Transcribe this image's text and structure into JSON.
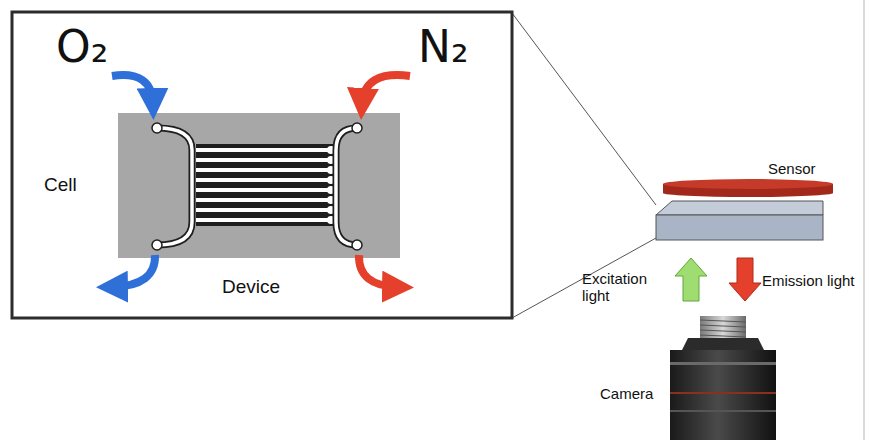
{
  "diagram": {
    "labels": [
      "O₂",
      "N₂",
      "Cell",
      "Device",
      "Sensor",
      "Excitation light",
      "Emission light",
      "Camera"
    ]
  }
}
